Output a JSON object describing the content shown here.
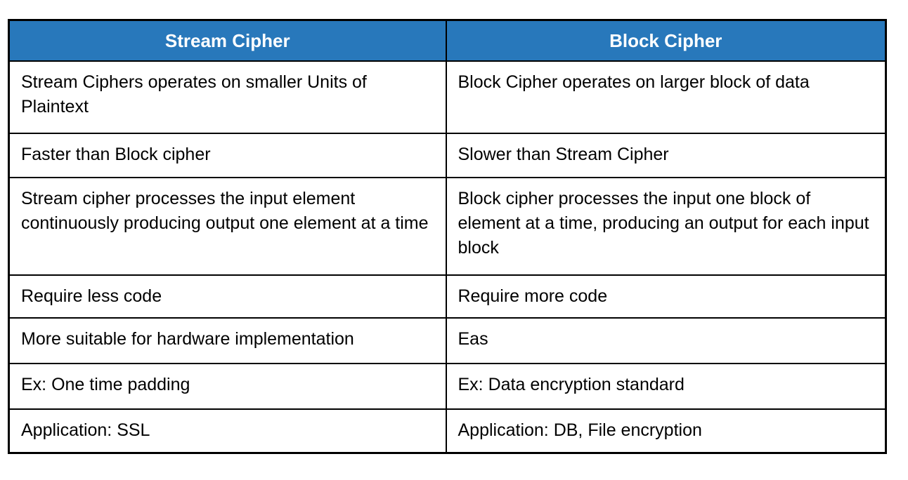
{
  "colors": {
    "header_bg": "#2878BB",
    "header_text": "#FFFFFF",
    "border": "#000000",
    "body_text": "#000000"
  },
  "table": {
    "header": {
      "col1": "Stream Cipher",
      "col2": "Block Cipher"
    },
    "rows": [
      [
        "Stream Ciphers operates on smaller Units of Plaintext",
        "Block Cipher operates on larger block of data"
      ],
      [
        "Faster than Block cipher",
        "Slower than Stream Cipher"
      ],
      [
        "Stream cipher processes the input element continuously producing output one element at a time",
        "Block cipher processes the input one block of element at a time, producing an output for each input block"
      ],
      [
        "Require less code",
        "Require more code"
      ],
      [
        "More suitable for hardware implementation",
        "Eas"
      ],
      [
        "Ex: One time padding",
        "Ex: Data encryption standard"
      ],
      [
        "Application: SSL",
        "Application: DB, File encryption"
      ]
    ]
  }
}
